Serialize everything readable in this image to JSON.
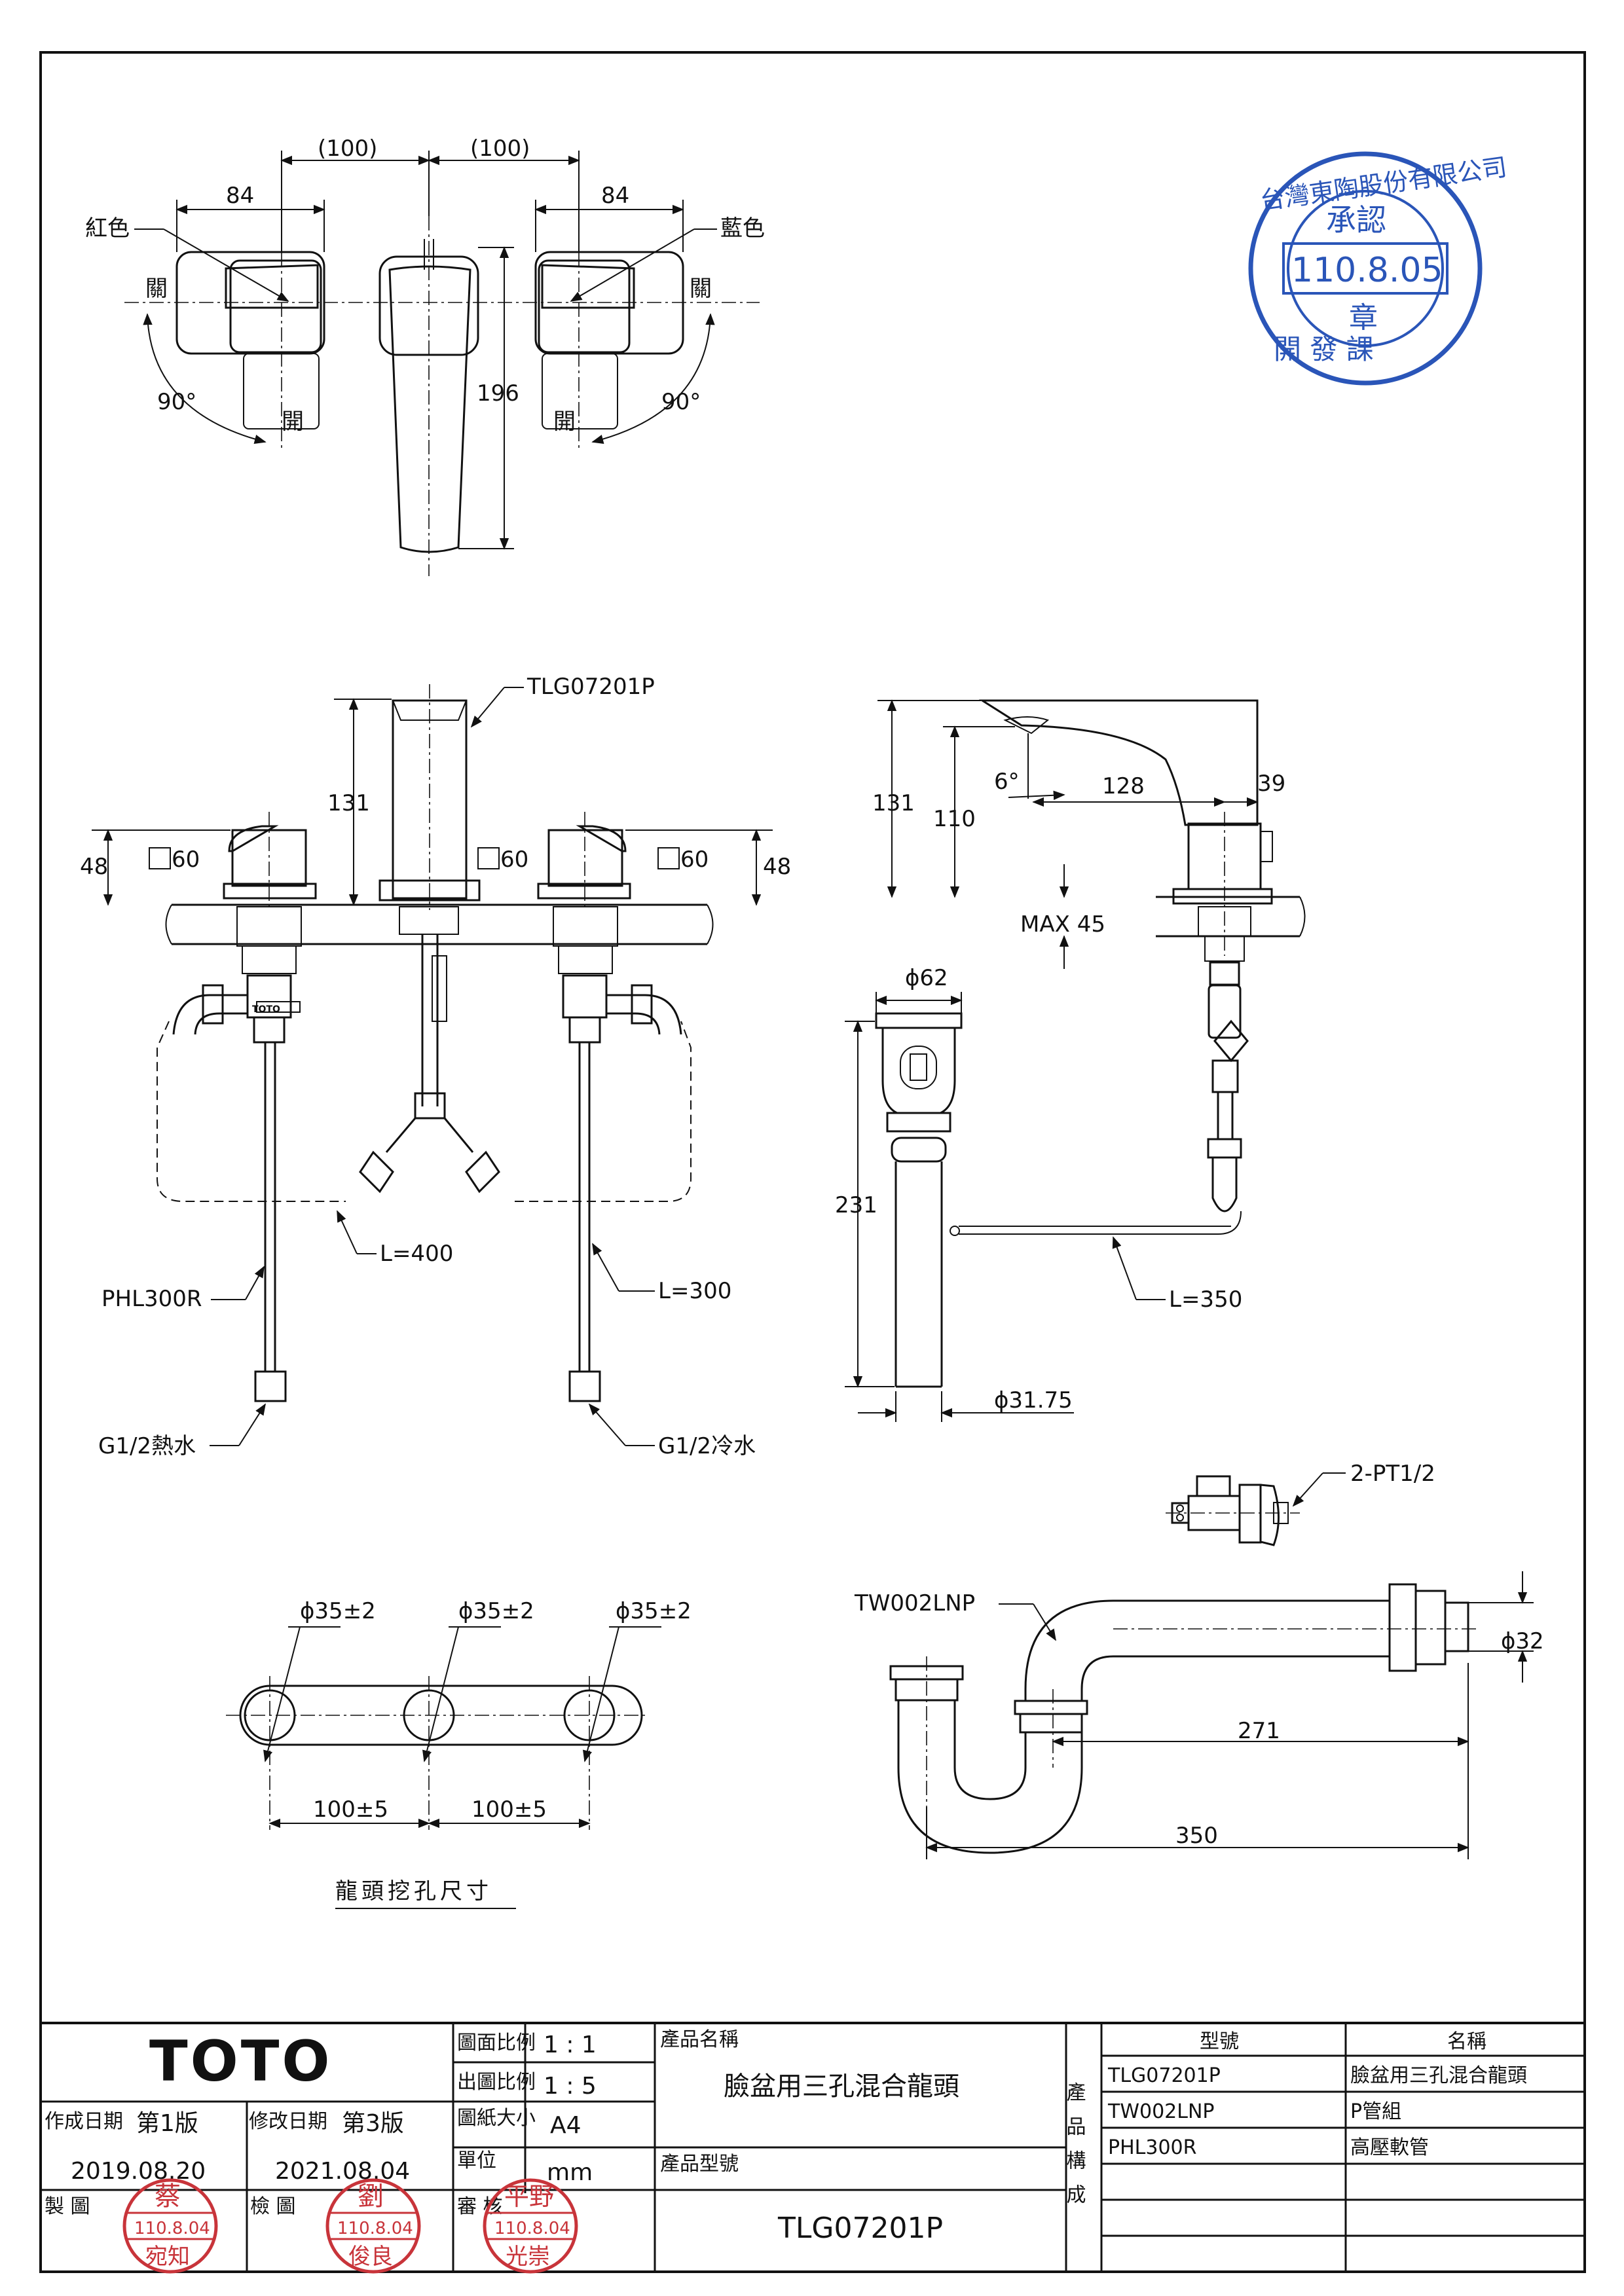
{
  "top_view": {
    "dim_pitch_left": "(100)",
    "dim_pitch_right": "(100)",
    "dim_handle_left": "84",
    "dim_handle_right": "84",
    "label_hot_color": "紅色",
    "label_cold_color": "藍色",
    "label_close_left": "關",
    "label_close_right": "關",
    "label_open_left": "開",
    "label_open_right": "開",
    "angle_left": "90°",
    "angle_right": "90°",
    "dim_spout_length": "196"
  },
  "front_view": {
    "spout_model": "TLG07201P",
    "dim_spout_height": "131",
    "dim_handle_height_left": "48",
    "dim_handle_height_right": "48",
    "square_left": "60",
    "square_center": "60",
    "square_right": "60",
    "hose_length_center": "L=400",
    "hose_length_right": "L=300",
    "hose_model": "PHL300R",
    "conn_hot": "G1/2熱水",
    "conn_cold": "G1/2冷水",
    "brand_mark": "TOTO"
  },
  "side_view": {
    "dim_height": "131",
    "dim_outlet": "110",
    "angle": "6°",
    "dim_reach": "128",
    "dim_body": "39",
    "max_thickness": "MAX 45",
    "drain_dia": "ϕ62",
    "drain_length": "231",
    "pipe_dia": "ϕ31.75",
    "rod_length": "L=350"
  },
  "angle_valve": {
    "label": "2-PT1/2"
  },
  "trap": {
    "model": "TW002LNP",
    "dia": "ϕ32",
    "dim_inner": "271",
    "dim_total": "350"
  },
  "hole_layout": {
    "dia_1": "ϕ35±2",
    "dia_2": "ϕ35±2",
    "dia_3": "ϕ35±2",
    "pitch_1": "100±5",
    "pitch_2": "100±5",
    "caption": "龍頭挖孔尺寸"
  },
  "stamp_approval": {
    "company": "台灣東陶股份有限公司",
    "title": "承認",
    "date": "110.8.05",
    "seal": "章",
    "dept": "開 發 課"
  },
  "title_block": {
    "brand": "TOTO",
    "scale_label": "圖面比例",
    "scale_value": "1 : 1",
    "print_scale_label": "出圖比例",
    "print_scale_value": "1 : 5",
    "paper_label": "圖紙大小",
    "paper_value": "A4",
    "unit_label": "單位",
    "unit_value": "mm",
    "created_label": "作成日期",
    "created_edition": "第1版",
    "created_date": "2019.08.20",
    "revised_label": "修改日期",
    "revised_edition": "第3版",
    "revised_date": "2021.08.04",
    "drawn_label": "製 圖",
    "checked_label": "檢 圖",
    "approved_label": "審 核",
    "product_name_label": "產品名稱",
    "product_name": "臉盆用三孔混合龍頭",
    "product_model_label": "產品型號",
    "product_model": "TLG07201P",
    "composition_label": "產品構成",
    "col_model": "型號",
    "col_name": "名稱",
    "parts": [
      {
        "model": "TLG07201P",
        "name": "臉盆用三孔混合龍頭"
      },
      {
        "model": "TW002LNP",
        "name": "P管組"
      },
      {
        "model": "PHL300R",
        "name": "高壓軟管"
      }
    ],
    "stamp_drawn": {
      "top": "蔡",
      "date": "110.8.04",
      "bottom": "宛知"
    },
    "stamp_checked": {
      "top": "劉",
      "date": "110.8.04",
      "bottom": "俊良"
    },
    "stamp_approved": {
      "top": "平野",
      "date": "110.8.04",
      "bottom": "光崇"
    }
  }
}
